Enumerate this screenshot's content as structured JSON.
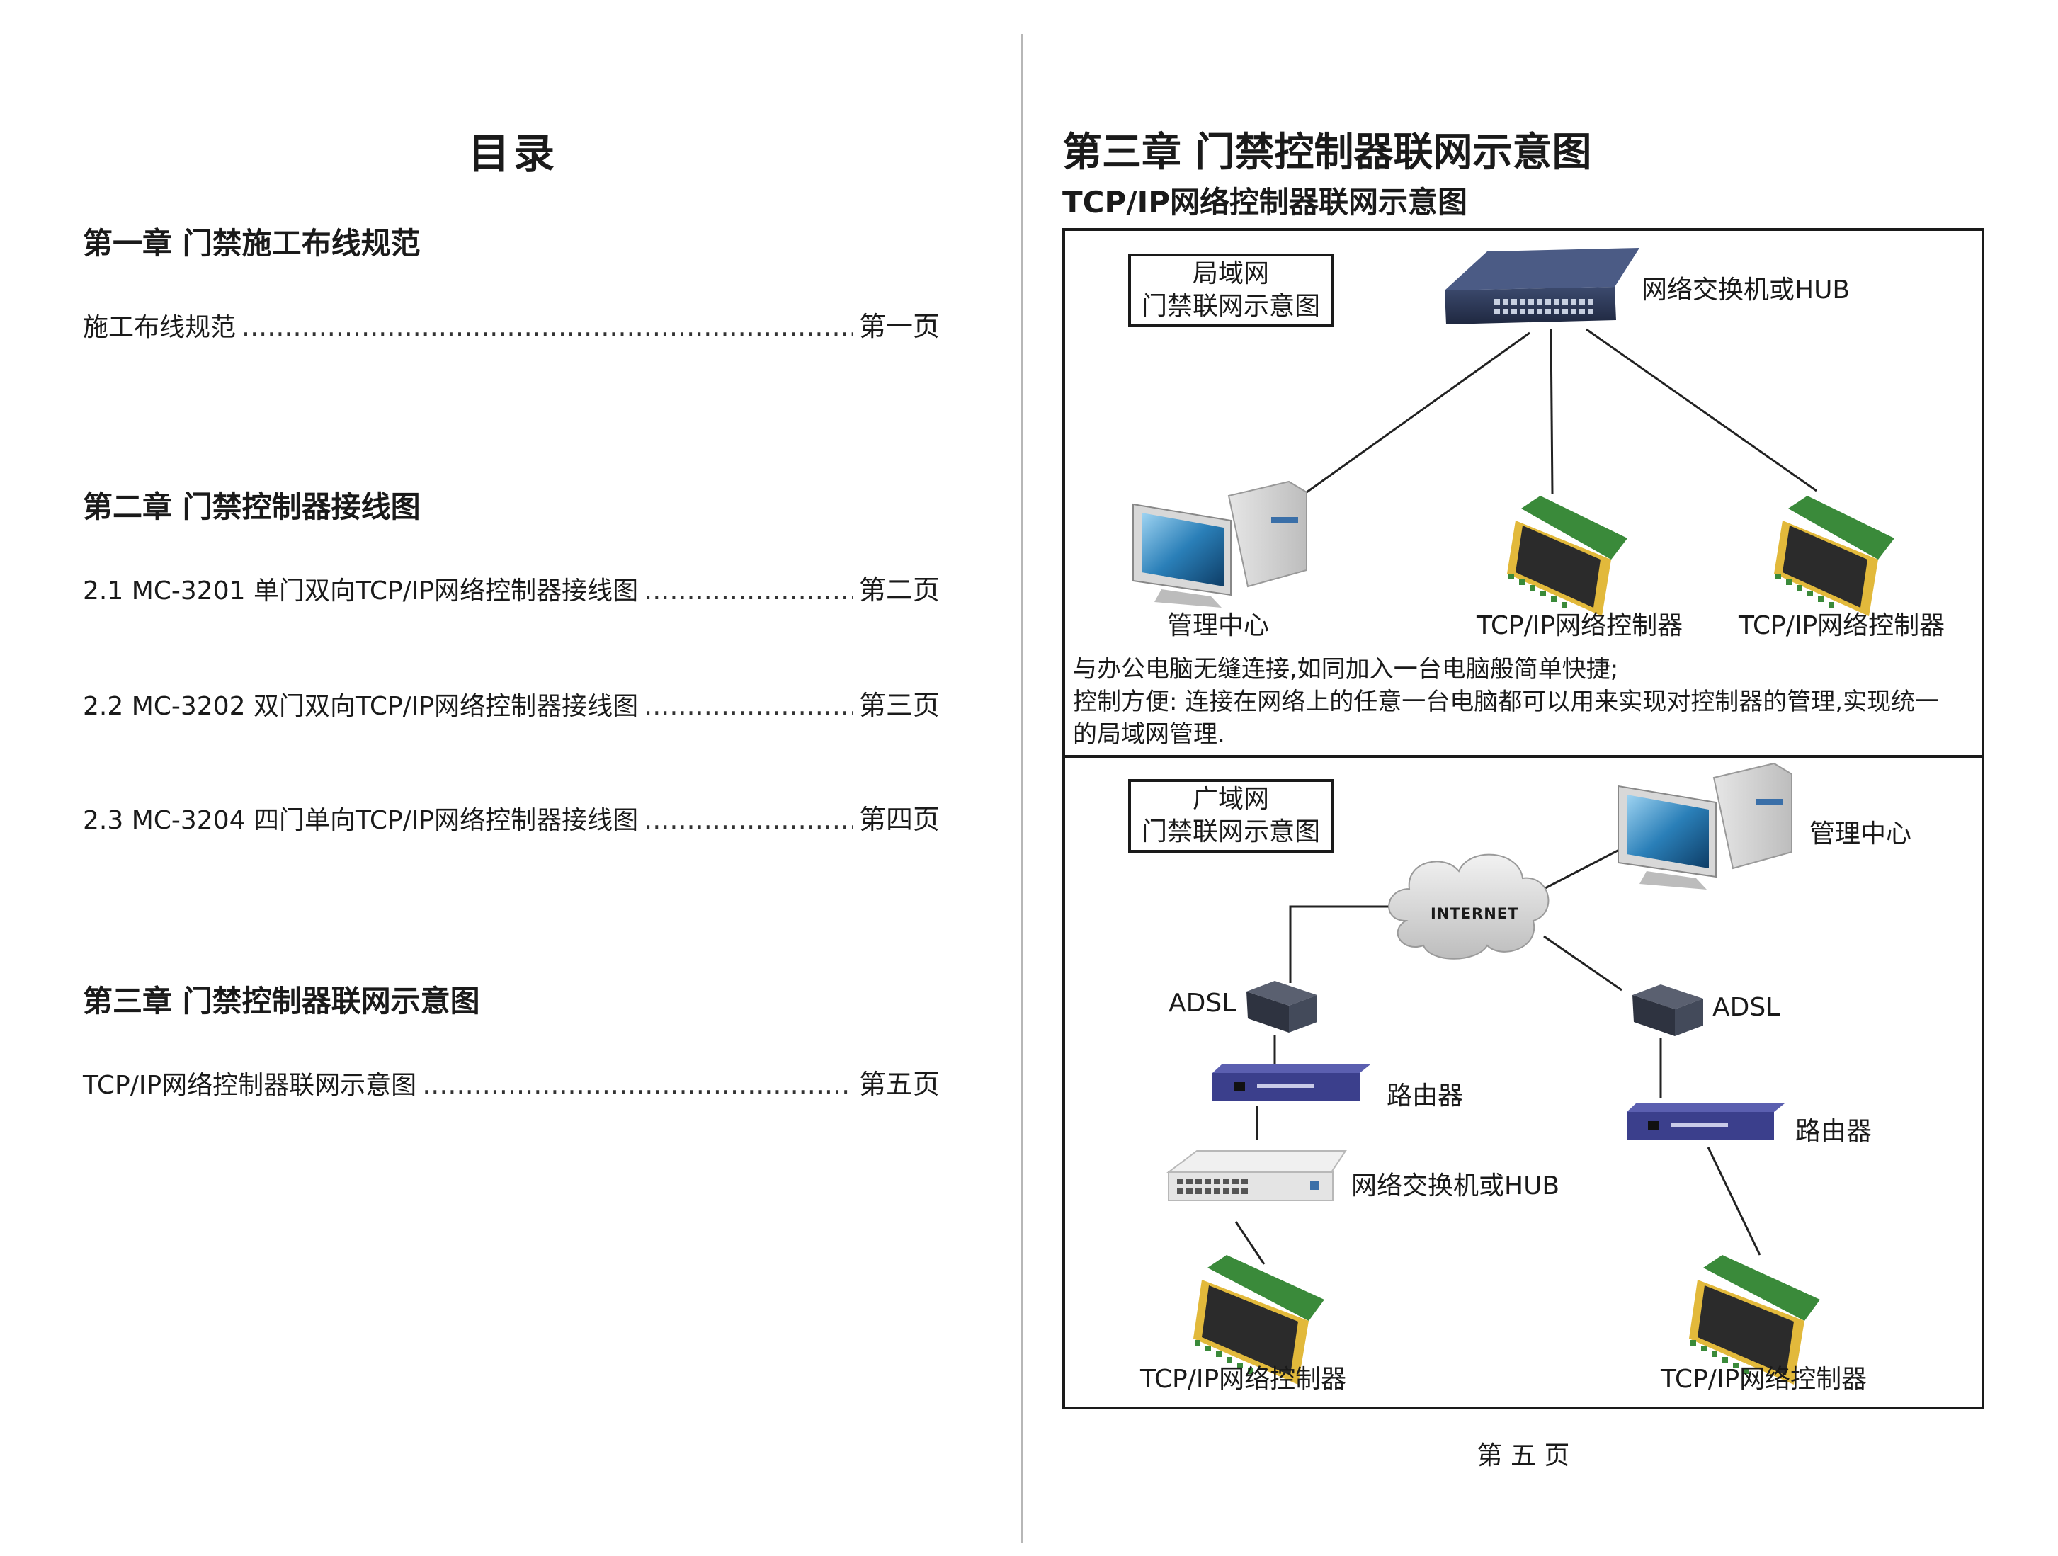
{
  "toc": {
    "title": "目录",
    "chapter1": {
      "heading": "第一章  门禁施工布线规范",
      "entries": [
        {
          "label": "施工布线规范",
          "page": "第一页"
        }
      ]
    },
    "chapter2": {
      "heading": "第二章  门禁控制器接线图",
      "entries": [
        {
          "label": "2.1 MC-3201 单门双向TCP/IP网络控制器接线图",
          "page": "第二页"
        },
        {
          "label": "2.2 MC-3202 双门双向TCP/IP网络控制器接线图",
          "page": "第三页"
        },
        {
          "label": "2.3 MC-3204 四门单向TCP/IP网络控制器接线图",
          "page": "第四页"
        }
      ]
    },
    "chapter3": {
      "heading": "第三章  门禁控制器联网示意图",
      "entries": [
        {
          "label": "TCP/IP网络控制器联网示意图",
          "page": "第五页"
        }
      ]
    }
  },
  "page5": {
    "title": "第三章 门禁控制器联网示意图",
    "subtitle": "TCP/IP网络控制器联网示意图",
    "lan": {
      "box_line1": "局域网",
      "box_line2": "门禁联网示意图",
      "switch_label": "网络交换机或HUB",
      "pc_label": "管理中心",
      "controller1_label": "TCP/IP网络控制器",
      "controller2_label": "TCP/IP网络控制器",
      "desc_line1": "与办公电脑无缝连接,如同加入一台电脑般简单快捷;",
      "desc_line2": "控制方便: 连接在网络上的任意一台电脑都可以用来实现对控制器的管理,实现统一",
      "desc_line3": "的局域网管理."
    },
    "wan": {
      "box_line1": "广域网",
      "box_line2": "门禁联网示意图",
      "pc_label": "管理中心",
      "cloud_label": "INTERNET",
      "adsl_left_label": "ADSL",
      "adsl_right_label": "ADSL",
      "router_left_label": "路由器",
      "router_right_label": "路由器",
      "switch_label": "网络交换机或HUB",
      "controller_left_label": "TCP/IP网络控制器",
      "controller_right_label": "TCP/IP网络控制器"
    },
    "footer": "第 五 页"
  },
  "colors": {
    "text": "#1a1a1a",
    "switch_body": "#2a3550",
    "router_body": "#3b3f8c",
    "controller_board": "#e2b93b",
    "controller_face": "#2b2b2b",
    "terminal_green": "#3a8a3a",
    "screen_blue": "#2a7fb8",
    "cloud": "#d9d9d9"
  }
}
